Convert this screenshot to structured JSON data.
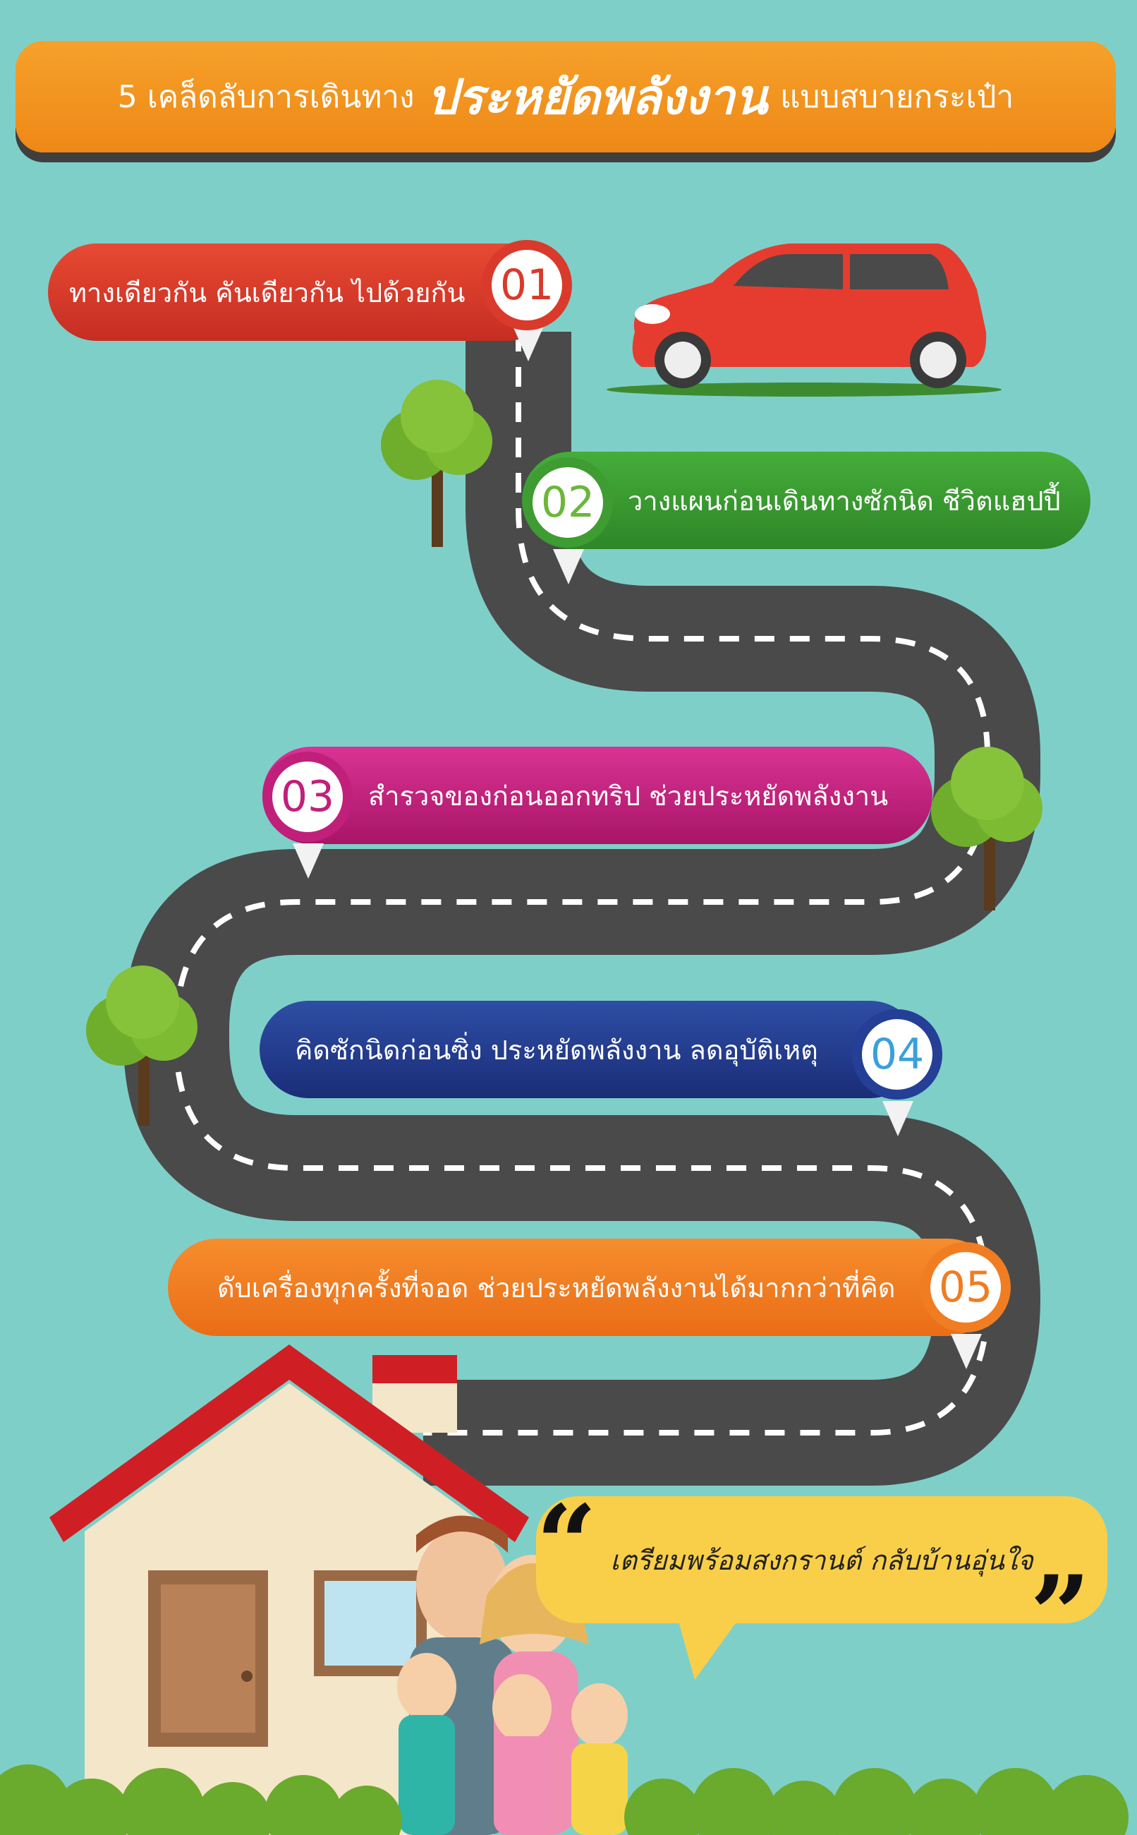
{
  "title": {
    "prefix": "5 เคล็ดลับการเดินทาง",
    "highlight": "ประหยัดพลังงาน",
    "suffix": "แบบสบายกระเป๋า"
  },
  "steps": [
    {
      "number": "01",
      "text": "ทางเดียวกัน คันเดียวกัน ไปด้วยกัน",
      "color": "#d93a2b"
    },
    {
      "number": "02",
      "text": "วางแผนก่อนเดินทางซักนิด ชีวิตแฮปปี้",
      "color": "#3e9c32"
    },
    {
      "number": "03",
      "text": "สำรวจของก่อนออกทริป ช่วยประหยัดพลังงาน",
      "color": "#c0207a"
    },
    {
      "number": "04",
      "text": "คิดซักนิดก่อนซิ่ง ประหยัดพลังงาน ลดอุบัติเหตุ",
      "color": "#243f95"
    },
    {
      "number": "05",
      "text": "ดับเครื่องทุกครั้งที่จอด ช่วยประหยัดพลังงานได้มากกว่าที่คิด",
      "color": "#f07d22"
    }
  ],
  "quote": "เตรียมพร้อมสงกรานต์ กลับบ้านอุ่นใจ",
  "colors": {
    "background": "#7fcfc9",
    "road": "#4a4a4a",
    "banner": "#f39a22",
    "quote_bubble": "#f9cf49"
  }
}
